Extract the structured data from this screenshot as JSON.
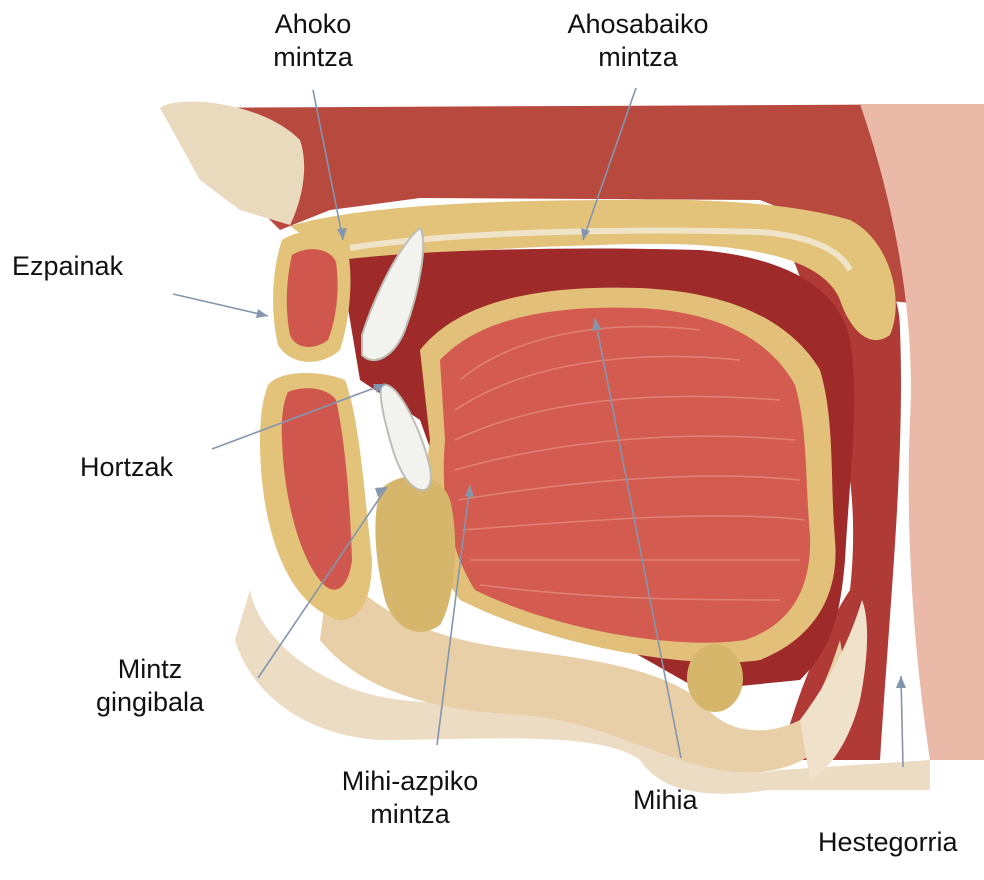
{
  "colors": {
    "background": "#ffffff",
    "label_text": "#111111",
    "leader_line": "#8496ad",
    "cavity": "#a8302f",
    "muscle": "#d9665a",
    "mucosa": "#e6c98a",
    "skin": "#ecdcc4",
    "tooth": "#f2f2ee"
  },
  "labels": {
    "ahoko_mintza": [
      "Ahoko",
      "mintza"
    ],
    "ahosabaiko_mintza": [
      "Ahosabaiko",
      "mintza"
    ],
    "ezpainak": "Ezpainak",
    "hortzak": "Hortzak",
    "mintz_gingibala": [
      "Mintz",
      "gingibala"
    ],
    "mihi_azpiko_mintza": [
      "Mihi-azpiko",
      "mintza"
    ],
    "mihia": "Mihia",
    "hestegorria": "Hestegorria"
  }
}
